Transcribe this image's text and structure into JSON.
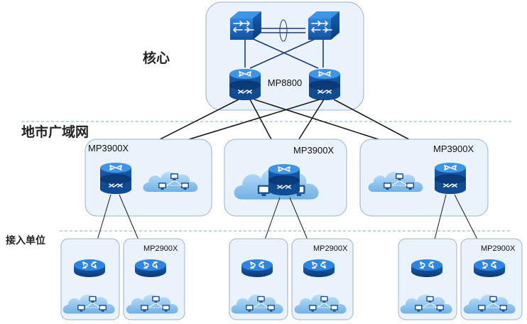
{
  "tiers": {
    "core": "核心",
    "metro": "地市广域网",
    "access": "接入单位"
  },
  "models": {
    "core": "MP8800",
    "metro_left": "MP3900X",
    "metro_center": "MP3900X",
    "metro_right": "MP3900X",
    "access_1": "MP2900X",
    "access_2": "MP2900X",
    "access_3": "MP2900X"
  },
  "colors": {
    "device_blue": "#1565c0",
    "device_dark": "#0d3f7a",
    "panel_fill": "#eaf2fb",
    "panel_stroke": "#9bb3cf",
    "cloud": "#8ec6ee",
    "divider": "#7fa7d6"
  },
  "icons": [
    "core-switch-icon",
    "router-icon",
    "lan-cloud-icon"
  ]
}
